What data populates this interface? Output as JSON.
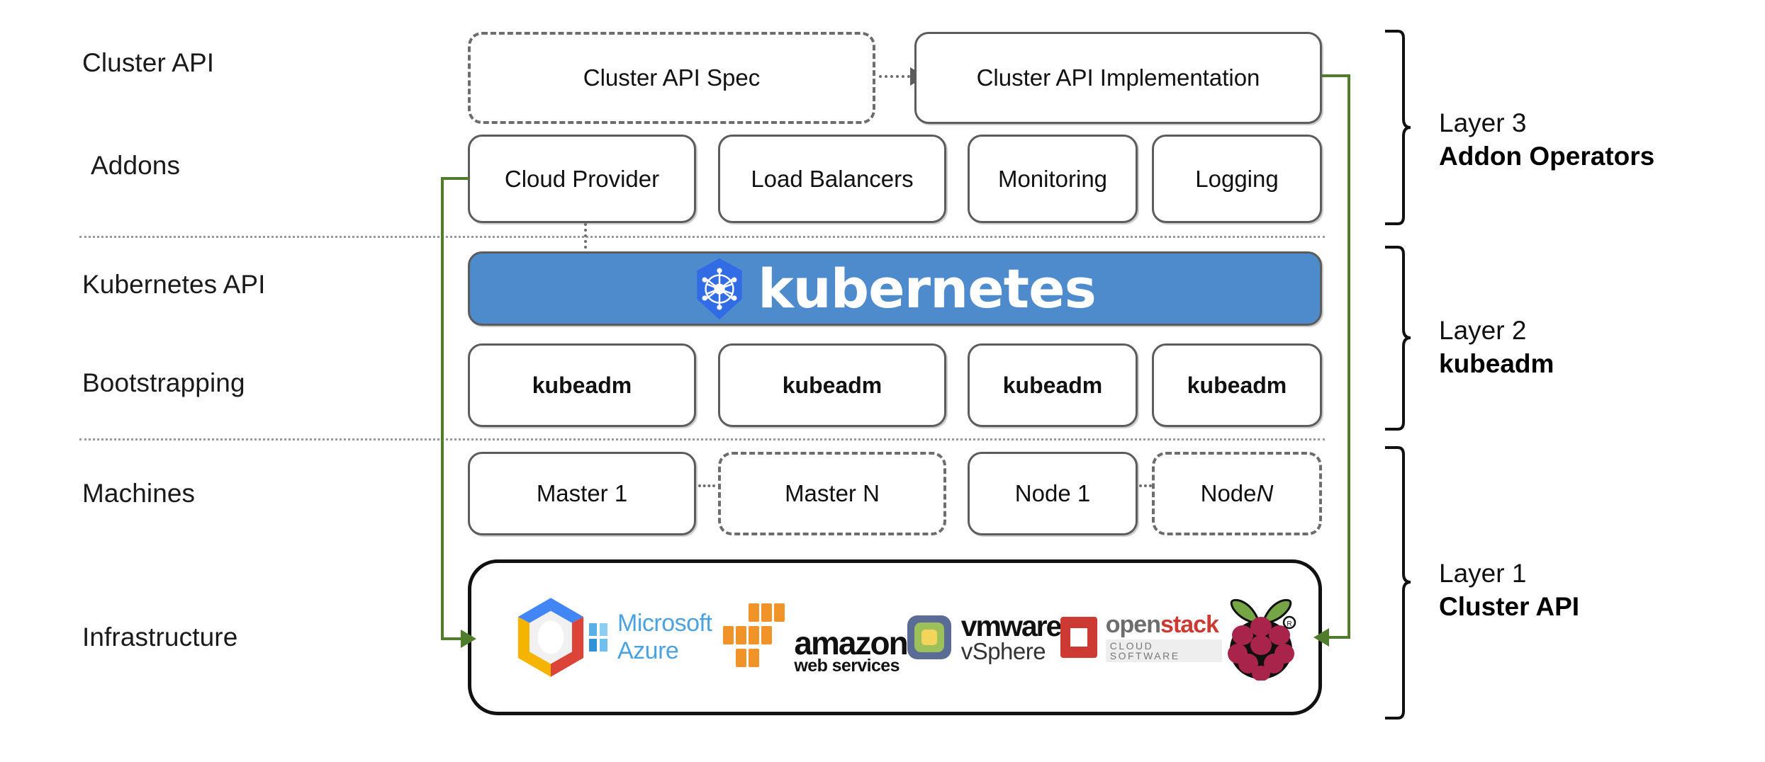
{
  "row_labels": [
    {
      "id": "cluster-api",
      "text": "Cluster API"
    },
    {
      "id": "addons",
      "text": "Addons"
    },
    {
      "id": "kubernetes-api",
      "text": "Kubernetes API"
    },
    {
      "id": "bootstrapping",
      "text": "Bootstrapping"
    },
    {
      "id": "machines",
      "text": "Machines"
    },
    {
      "id": "infrastructure",
      "text": "Infrastructure"
    }
  ],
  "cluster_api_row": {
    "spec": {
      "label": "Cluster API Spec",
      "style": "dashed"
    },
    "implementation": {
      "label": "Cluster API Implementation",
      "style": "solid"
    }
  },
  "addons_row": [
    {
      "label": "Cloud Provider",
      "style": "solid"
    },
    {
      "label": "Load Balancers",
      "style": "solid"
    },
    {
      "label": "Monitoring",
      "style": "solid"
    },
    {
      "label": "Logging",
      "style": "solid"
    }
  ],
  "kubernetes_banner": {
    "wordmark": "kubernetes",
    "bg_color": "#4e8bcc",
    "logo_color": "#326ce5",
    "logo_name": "kubernetes-helm-icon"
  },
  "bootstrapping_row": [
    {
      "label": "kubeadm",
      "style": "solid"
    },
    {
      "label": "kubeadm",
      "style": "solid"
    },
    {
      "label": "kubeadm",
      "style": "solid"
    },
    {
      "label": "kubeadm",
      "style": "solid"
    }
  ],
  "machines_row": [
    {
      "label": "Master 1",
      "style": "solid",
      "italic_suffix": ""
    },
    {
      "label": "Master N",
      "style": "dashed",
      "italic_suffix": ""
    },
    {
      "label": "Node 1",
      "style": "solid",
      "italic_suffix": ""
    },
    {
      "label": "Node ",
      "style": "dashed",
      "italic_suffix": "N"
    }
  ],
  "infrastructure_logos": [
    {
      "name": "google-cloud-platform-logo",
      "label": "Google Cloud Platform"
    },
    {
      "name": "microsoft-azure-logo",
      "label": "Microsoft Azure"
    },
    {
      "name": "amazon-web-services-logo",
      "label": "amazon",
      "sublabel": "web services"
    },
    {
      "name": "vmware-vsphere-logo",
      "label": "vmware",
      "sublabel": "vSphere"
    },
    {
      "name": "openstack-logo",
      "label_gray": "open",
      "label_red": "stack",
      "sublabel": "CLOUD SOFTWARE"
    },
    {
      "name": "raspberry-pi-logo",
      "label": "Raspberry Pi"
    }
  ],
  "layers": [
    {
      "id": "layer-3",
      "line1": "Layer 3",
      "line2": "Addon Operators"
    },
    {
      "id": "layer-2",
      "line1": "Layer 2",
      "line2": "kubeadm"
    },
    {
      "id": "layer-1",
      "line1": "Layer 1",
      "line2": "Cluster API"
    }
  ],
  "colors": {
    "accent_green": "#4f7d2b",
    "kubernetes_blue": "#4e8bcc",
    "box_border": "#5c5c5c",
    "separator": "#9a9a9a"
  }
}
